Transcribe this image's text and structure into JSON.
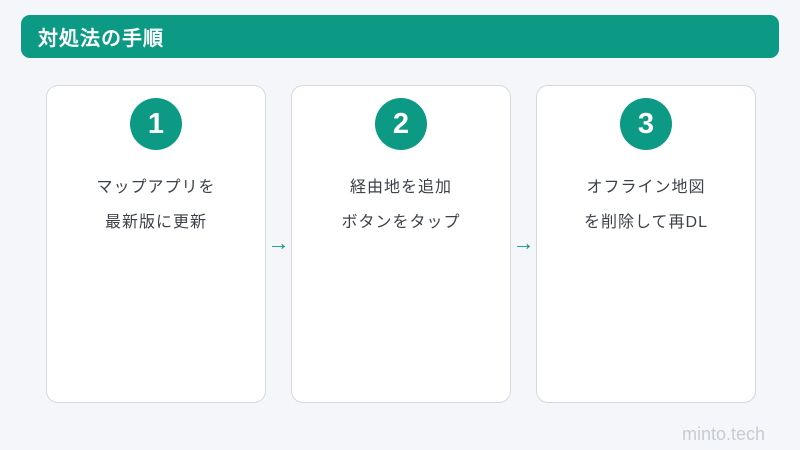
{
  "page": {
    "background_color": "#f4f6f9",
    "accent_color": "#0d9a85",
    "card_border_color": "#d5d8dd",
    "text_color": "#3d424a",
    "watermark": "minto.tech"
  },
  "header": {
    "title": "対処法の手順"
  },
  "arrow": {
    "glyph": "→"
  },
  "steps": [
    {
      "number": "1",
      "lines": [
        "マップアプリを",
        "最新版に更新"
      ]
    },
    {
      "number": "2",
      "lines": [
        "経由地を追加",
        "ボタンをタップ"
      ]
    },
    {
      "number": "3",
      "lines": [
        "オフライン地図",
        "を削除して再DL"
      ]
    }
  ]
}
